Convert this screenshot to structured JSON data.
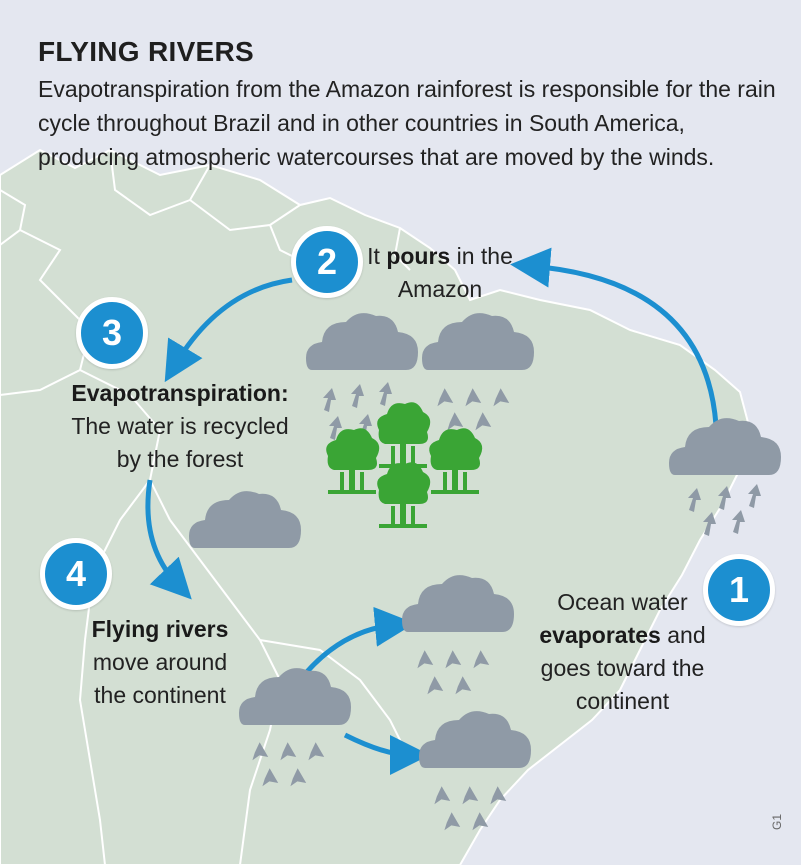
{
  "header": {
    "title": "FLYING RIVERS",
    "intro": "Evapotranspiration from the Amazon rainforest is responsible for the rain cycle throughout Brazil and in other countries in South America, producing atmospheric watercourses that are moved by the winds."
  },
  "steps": [
    {
      "number": "1",
      "pre": "Ocean water",
      "bold": "evaporates",
      "post": "and goes toward the continent"
    },
    {
      "number": "2",
      "pre": "It",
      "bold": "pours",
      "post": "in the Amazon"
    },
    {
      "number": "3",
      "bold": "Evapotranspiration:",
      "post": "The water is recycled by the forest"
    },
    {
      "number": "4",
      "bold": "Flying rivers",
      "post": "move around the continent"
    }
  ],
  "credit": "G1",
  "colors": {
    "accent": "#1c8fd0",
    "cloud": "#8f9aa6",
    "tree": "#3aa535",
    "land": "#d3dfd3",
    "sea": "#e4e7f0"
  },
  "icons": [
    "cloud-icon",
    "rain-drop-icon",
    "evaporation-arrow-icon",
    "tree-icon",
    "cycle-arrow-icon"
  ]
}
